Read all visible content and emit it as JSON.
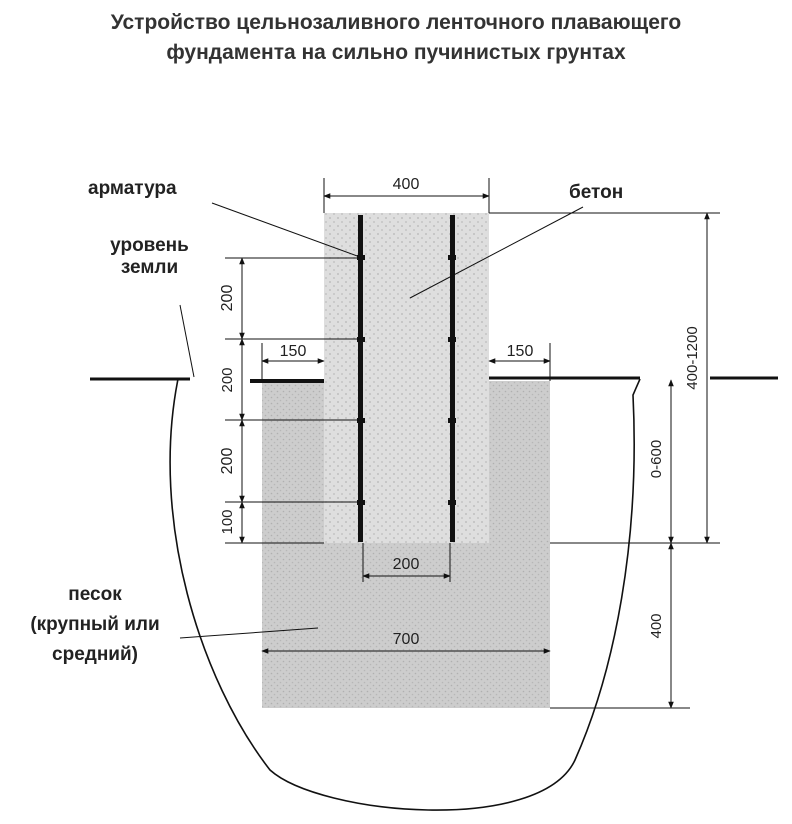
{
  "title": {
    "line1": "Устройство цельнозаливного ленточного плавающего",
    "line2": "фундамента на сильно пучинистых грунтах"
  },
  "labels": {
    "rebar": "арматура",
    "concrete": "бетон",
    "ground_line1": "уровень",
    "ground_line2": "земли",
    "sand_line1": "песок",
    "sand_line2": "(крупный или",
    "sand_line3": "средний)"
  },
  "dimensions": {
    "top_width": "400",
    "rebar_spacing_1": "200",
    "rebar_spacing_2": "200",
    "rebar_spacing_3": "200",
    "rebar_spacing_4": "100",
    "side_left": "150",
    "side_right": "150",
    "rebar_inner_width": "200",
    "sand_width": "700",
    "total_height": "400-1200",
    "depth": "0-600",
    "sand_height": "400"
  },
  "colors": {
    "concrete": "#dcdcdc",
    "sand": "#c9c9c9",
    "line": "#111111"
  }
}
